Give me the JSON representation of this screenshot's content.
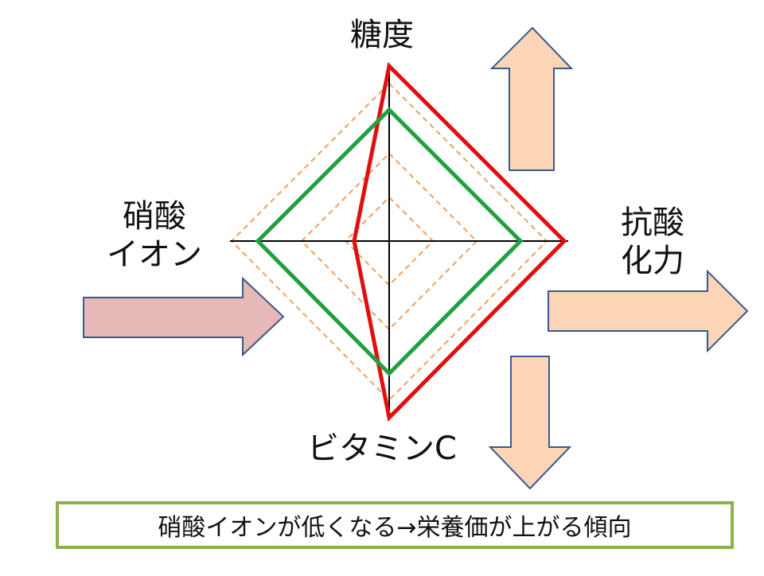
{
  "axes": {
    "top": "糖度",
    "left_line1": "硝酸",
    "left_line2": "イオン",
    "right_line1": "抗酸",
    "right_line2": "化力",
    "bottom": "ビタミンC"
  },
  "conclusion": "硝酸イオンが低くなる→栄養価が上がる傾向",
  "colors": {
    "red_shape": "#e01010",
    "green_shape": "#20a040",
    "grid_dashed": "#f0a060",
    "axis_line": "#000000",
    "arrow_fill_peach": "#fbd5b5",
    "arrow_fill_pink": "#e6b9b8",
    "arrow_stroke": "#3a5a8a",
    "box_border": "#8cb050"
  },
  "shapes": [
    {
      "name": "red",
      "values": {
        "sugar": 1.0,
        "antioxidant": 1.0,
        "vitamin_c": 1.0,
        "nitrate": 0.2
      }
    },
    {
      "name": "green",
      "values": {
        "sugar": 0.75,
        "antioxidant": 0.75,
        "vitamin_c": 0.75,
        "nitrate": 0.75
      }
    }
  ],
  "grid_levels": [
    0.25,
    0.5,
    0.75,
    0.9
  ],
  "arrows": [
    {
      "name": "sugar-up",
      "direction": "up",
      "color": "peach"
    },
    {
      "name": "antioxidant-right",
      "direction": "right",
      "color": "peach"
    },
    {
      "name": "vitamin-c-down",
      "direction": "down",
      "color": "peach"
    },
    {
      "name": "nitrate-right",
      "direction": "right",
      "color": "pink"
    }
  ]
}
